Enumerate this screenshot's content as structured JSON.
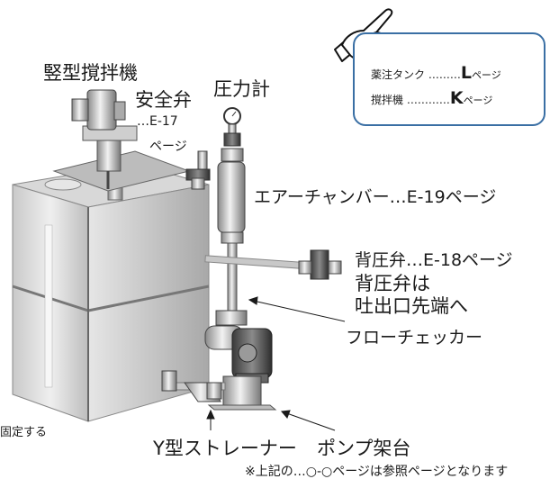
{
  "labels": {
    "vertical_mixer": "竪型撹拌機",
    "safety_valve": "安全弁",
    "safety_valve_ref": "…E-17",
    "safety_valve_page": "ページ",
    "pressure_gauge": "圧力計",
    "air_chamber": "エアーチャンバー…E-19ページ",
    "back_pressure_valve": "背圧弁…E-18ページ",
    "back_pressure_note_1": "背圧弁は",
    "back_pressure_note_2": "吐出口先端へ",
    "flow_checker": "フローチェッカー",
    "fix_note": "固定する",
    "y_strainer": "Y型ストレーナー",
    "pump_base": "ポンプ架台",
    "footnote": "※上記の…○-○ページは参照ページとなります"
  },
  "reference_box": {
    "rows": [
      {
        "text": "薬注タンク ………",
        "letter": "L",
        "page": "ページ"
      },
      {
        "text": "撹拌機 …………",
        "letter": "K",
        "page": "ページ"
      }
    ],
    "border_color": "#3a6fa4"
  },
  "icons": [
    "pointing-hand-icon"
  ]
}
